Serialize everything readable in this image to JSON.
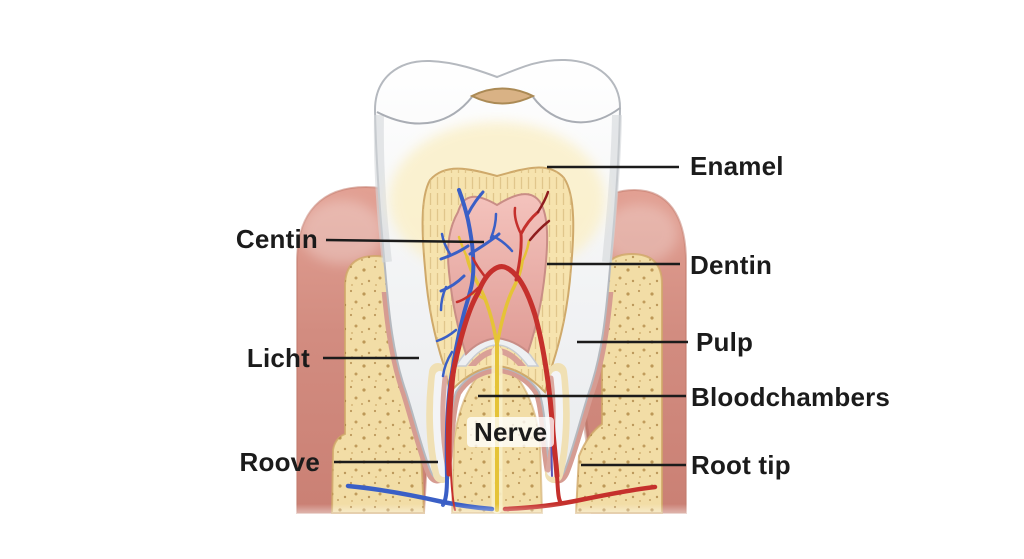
{
  "diagram": {
    "type": "tooth-anatomy-cross-section",
    "labels": {
      "enamel": {
        "text": "Enamel"
      },
      "centin": {
        "text": "Centin"
      },
      "dentin": {
        "text": "Dentin"
      },
      "licht": {
        "text": "Licht"
      },
      "pulp": {
        "text": "Pulp"
      },
      "bloodchambers": {
        "text": "Bloodchambers"
      },
      "nerve": {
        "text": "Nerve"
      },
      "roove": {
        "text": "Roove"
      },
      "root_tip": {
        "text": "Root tip"
      }
    },
    "colors": {
      "text": "#1b1b1b",
      "leader_line": "#1b1b1b",
      "gum": "#d28c80",
      "bone": "#f2dda6",
      "bone_speckle": "#b08743",
      "tooth_outline": "#b5b9bf",
      "dentin": "#f6e3ae",
      "dentin_edge": "#cfa96a",
      "pulp": "#f0b6b0",
      "ligament": "#d69c92",
      "vessel_blue": "#3a5fc6",
      "vessel_red": "#c5302c",
      "vessel_dark_red": "#8f1d1e",
      "nerve_yellow": "#e5c337",
      "groove_tan": "#d9b285"
    }
  }
}
